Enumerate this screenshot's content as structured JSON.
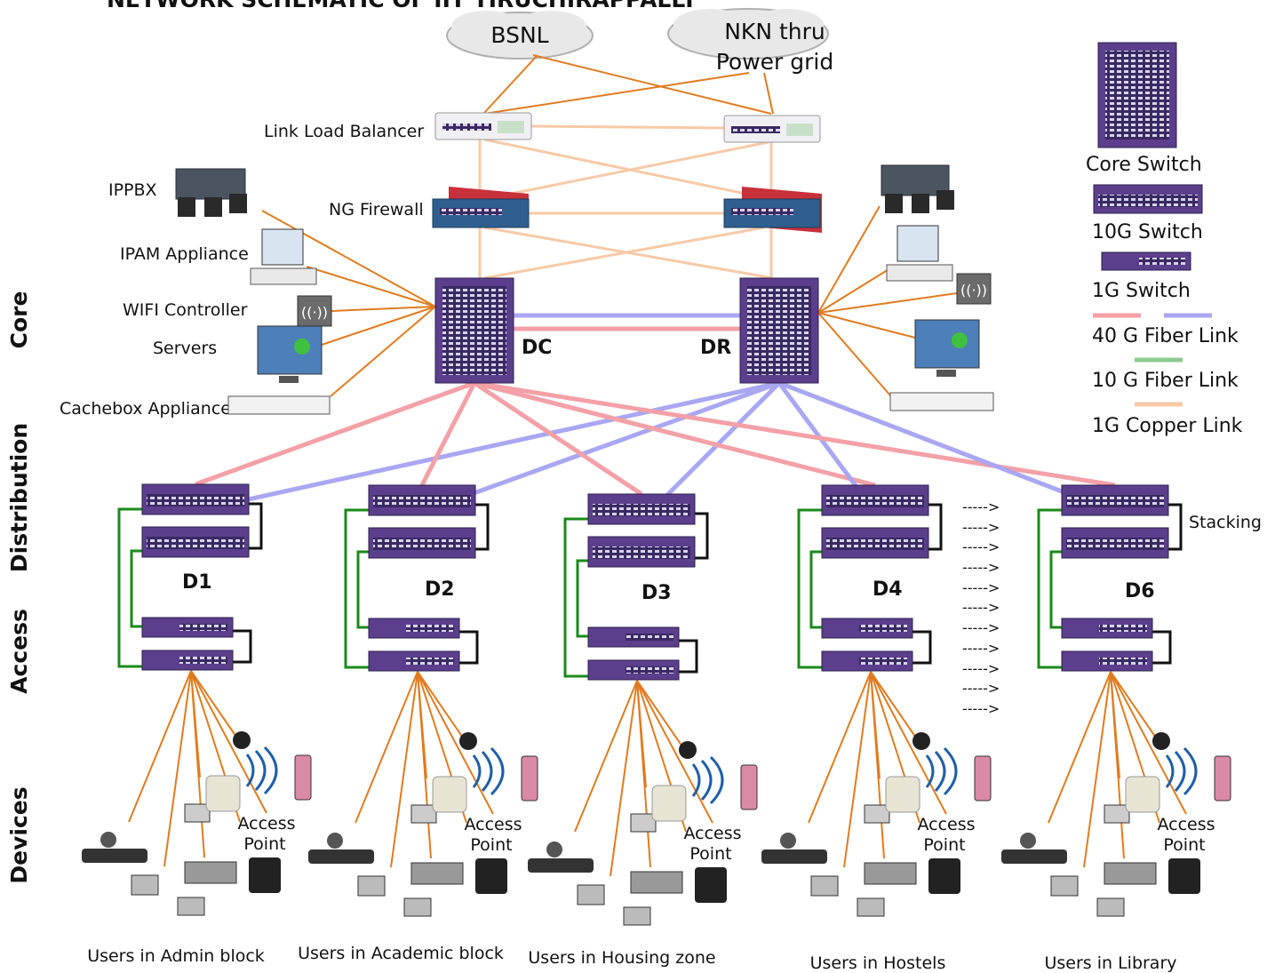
{
  "title": "NETWORK SCHEMATIC OF IIT TIRUCHIRAPPALLI",
  "tiers": [
    "Core",
    "Distribution",
    "Access",
    "Devices"
  ],
  "isp": {
    "bsnl": "BSNL",
    "nkn_line1": "NKN thru",
    "nkn_line2": "Power grid"
  },
  "labels": {
    "link_load_balancer": "Link Load Balancer",
    "ng_firewall": "NG Firewall",
    "ippbx": "IPPBX",
    "ipam": "IPAM Appliance",
    "wifi": "WIFI Controller",
    "servers": "Servers",
    "cachebox": "Cachebox Appliance",
    "dc": "DC",
    "dr": "DR",
    "stacking": "Stacking",
    "ap_line1": "Access",
    "ap_line2": "Point"
  },
  "legend": {
    "core_switch": "Core    Switch",
    "switch_10g": "10G  Switch",
    "switch_1g": "1G  Switch",
    "fiber_40g": "40 G  Fiber Link",
    "fiber_10g": "10 G  Fiber Link",
    "copper_1g": "1G  Copper Link"
  },
  "colors": {
    "switch": "#5b3f8c",
    "copper": "#e07b1f",
    "fiber_40g_red": "#f3a0a6",
    "fiber_40g_blue": "#a9a6f2",
    "fiber_10g": "#8fc98f",
    "copper_1g": "#f7c9a6",
    "stack_green": "#1a8a1a"
  },
  "distribution": [
    {
      "id": "D1",
      "users": "Users in Admin block"
    },
    {
      "id": "D2",
      "users": "Users in Academic block"
    },
    {
      "id": "D3",
      "users": "Users in Housing zone"
    },
    {
      "id": "D4",
      "users": "Users in Hostels"
    },
    {
      "id": "D6",
      "users": "Users in Library"
    }
  ],
  "continuation_arrow": "----->"
}
